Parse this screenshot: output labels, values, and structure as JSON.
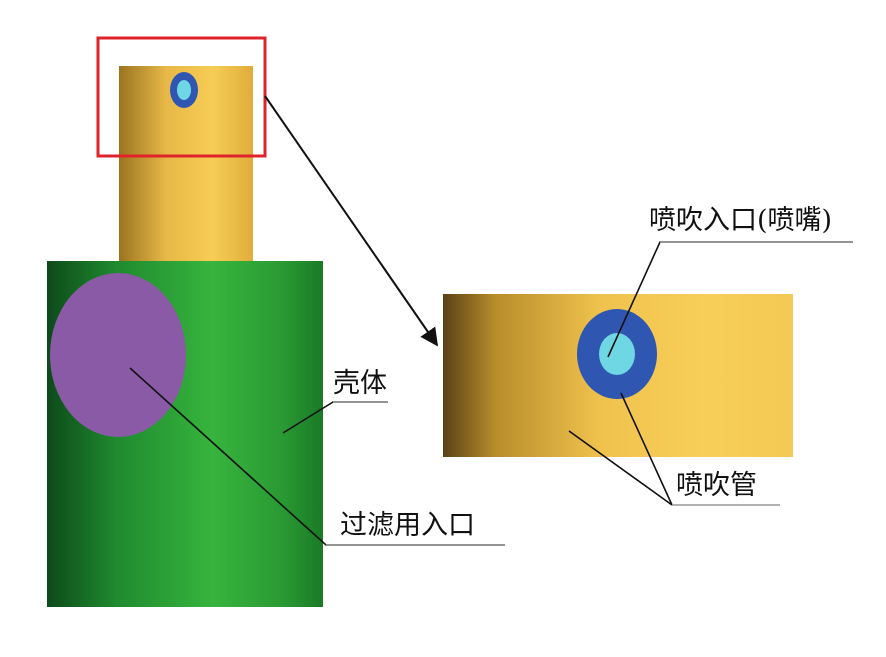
{
  "labels": {
    "housing": "壳体",
    "filter_inlet": "过滤用入口",
    "nozzle_inlet": "喷吹入口(喷嘴)",
    "blow_pipe": "喷吹管"
  },
  "colors": {
    "housing_green": "#2f9f35",
    "pipe_gold": "#f2c14a",
    "filter_inlet_purple": "#8a5aa6",
    "nozzle_outer_blue": "#2f56b0",
    "nozzle_inner_cyan": "#6fd6e3",
    "highlight_box_red": "#e0232a",
    "line_black": "#111111"
  }
}
